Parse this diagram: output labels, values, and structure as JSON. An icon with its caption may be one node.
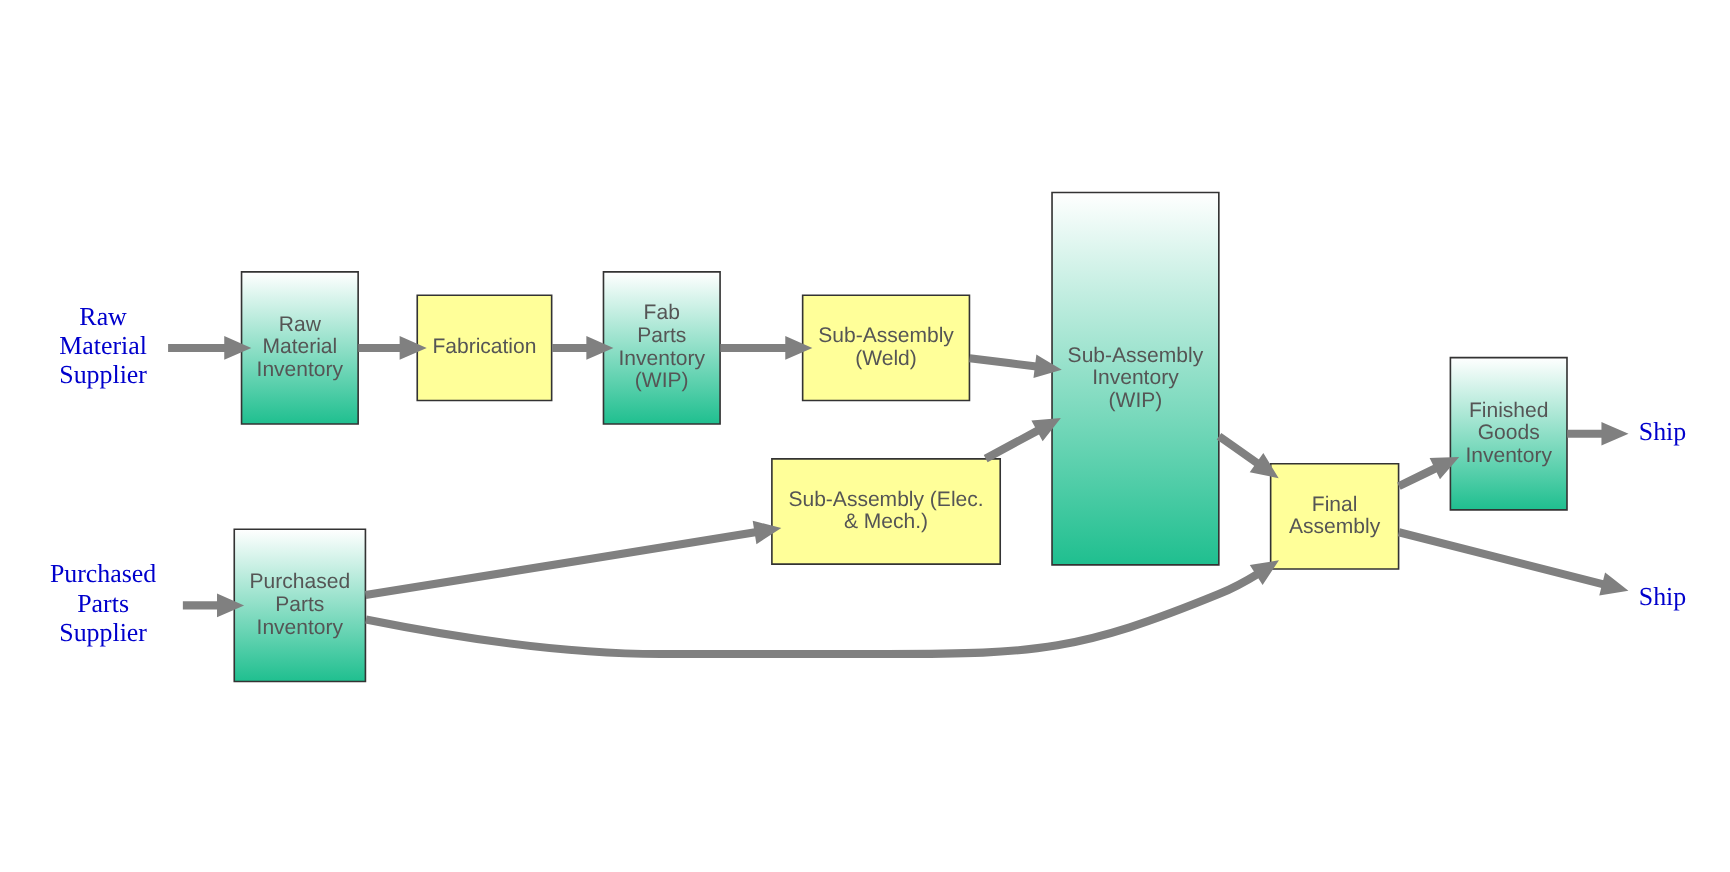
{
  "diagram": {
    "nodes": [
      {
        "text": [
          "Raw Material Supplier"
        ]
      },
      {
        "text": [
          "Raw Material Inventory"
        ]
      },
      {
        "text": [
          "Fabrication"
        ]
      },
      {
        "text": [
          "Fab Parts Inventory (WIP)"
        ]
      },
      {
        "text": [
          "Sub-Assembly (Weld)"
        ]
      },
      {
        "text": [
          "Sub-Assembly Inventory (WIP)"
        ]
      },
      {
        "text": [
          "Final Assembly"
        ]
      },
      {
        "text": [
          "Finished Goods Inventory"
        ]
      },
      {
        "text": [
          "Ship"
        ]
      },
      {
        "text": [
          "Ship"
        ]
      },
      {
        "text": [
          "Purchased Parts Supplier"
        ]
      },
      {
        "text": [
          "Purchased Parts Inventory"
        ]
      },
      {
        "text": [
          "Sub-Assembly (Elec. & Mech.)"
        ]
      }
    ],
    "edges": [
      {
        "from": 0,
        "to": 1,
        "arrow": "to"
      },
      {
        "from": 1,
        "to": 2,
        "arrow": "to"
      },
      {
        "from": 2,
        "to": 3,
        "arrow": "to"
      },
      {
        "from": 3,
        "to": 4,
        "arrow": "to"
      },
      {
        "from": 4,
        "to": 5,
        "arrow": "to"
      },
      {
        "from": 5,
        "to": 6,
        "arrow": "to"
      },
      {
        "from": 6,
        "to": 7,
        "arrow": "to"
      },
      {
        "from": 7,
        "to": 8,
        "arrow": "to"
      },
      {
        "from": 6,
        "to": 9,
        "arrow": "to"
      },
      {
        "from": 10,
        "to": 11,
        "arrow": "to"
      },
      {
        "from": 11,
        "to": 12,
        "arrow": "to"
      },
      {
        "from": 12,
        "to": 5,
        "arrow": "to"
      },
      {
        "from": 11,
        "to": 6,
        "arrow": "to"
      }
    ]
  }
}
